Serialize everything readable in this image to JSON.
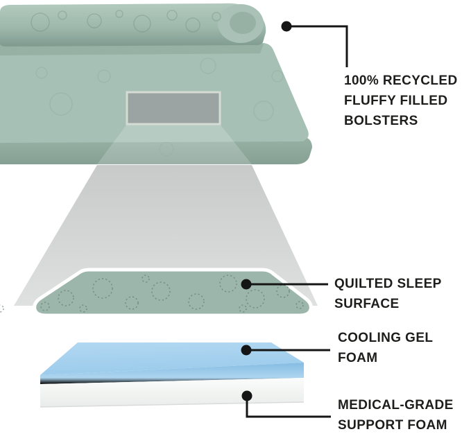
{
  "colors": {
    "background": "#ffffff",
    "annotation_text": "#1d1d1b",
    "annotation_line": "#151515",
    "bed_surface_green": "#a7c0b5",
    "bed_band_green": "#8fa99d",
    "bolster_green": "#9fb9ad",
    "quilt_surface_green": "#9db6ab",
    "stitch_green": "#5d786d",
    "beam_gray": "#ced1d0",
    "highlight_fill": "#9ba4a2",
    "highlight_border": "#d5dbd5",
    "cooling_gel_blue": "#a3d0ee",
    "support_foam_white": "#f6f7f6"
  },
  "callouts": {
    "bolsters": {
      "lines": [
        "100% RECYCLED",
        "FLUFFY FILLED",
        "BOLSTERS"
      ]
    },
    "sleep_surface": {
      "lines": [
        "QUILTED SLEEP",
        "SURFACE"
      ]
    },
    "cooling_gel": {
      "lines": [
        "COOLING GEL",
        "FOAM"
      ]
    },
    "support_foam": {
      "lines": [
        "MEDICAL-GRADE",
        "SUPPORT FOAM"
      ]
    }
  }
}
